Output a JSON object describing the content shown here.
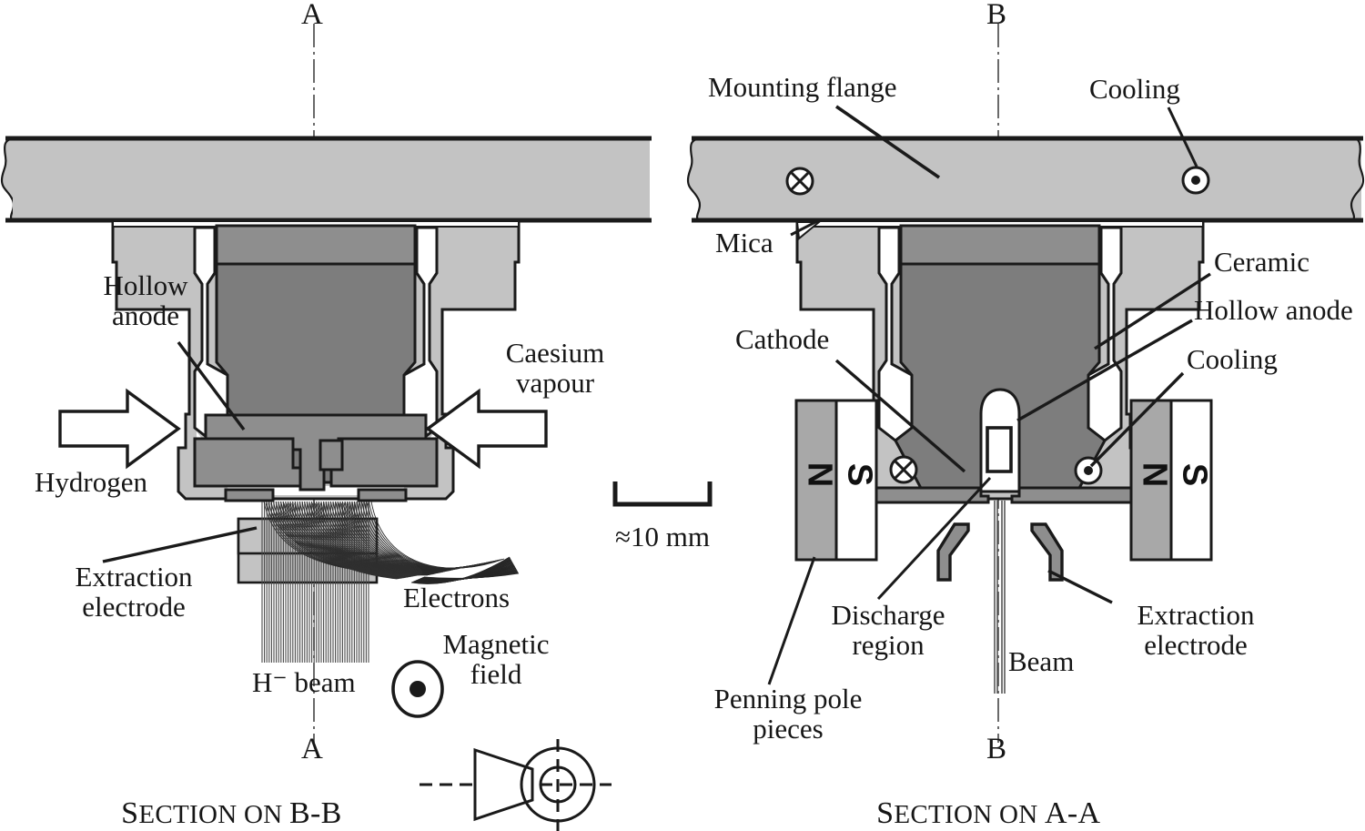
{
  "figure": {
    "type": "engineering-cross-section-diagram",
    "subject": "Penning H-minus ion source",
    "background": "#ffffff"
  },
  "colors": {
    "outline": "#1a1a1a",
    "flange_fill": "#c3c3c3",
    "body_light": "#c3c3c3",
    "body_mid": "#a8a8a8",
    "anode_dark": "#7d7d7d",
    "anode_mid": "#8e8e8e",
    "magnet_gray": "#a8a8a8",
    "white": "#ffffff",
    "electrode_gray": "#8e8e8e"
  },
  "left_view": {
    "name": "Section on B-B",
    "caption_small": "ECTION ON ",
    "caption_lead": "S",
    "caption_tail": "B-B",
    "axis_letter_top": "A",
    "axis_letter_bottom": "A",
    "labels": [
      {
        "id": "hollow-anode",
        "text": "Hollow\nanode"
      },
      {
        "id": "caesium-vapour",
        "text": "Caesium\nvapour"
      },
      {
        "id": "hydrogen",
        "text": "Hydrogen"
      },
      {
        "id": "extraction-electrode",
        "text": "Extraction\nelectrode"
      },
      {
        "id": "electrons",
        "text": "Electrons"
      },
      {
        "id": "magnetic-field",
        "text": "Magnetic\nfield"
      },
      {
        "id": "h-minus-beam",
        "text": "H⁻ beam"
      }
    ]
  },
  "right_view": {
    "name": "Section on A-A",
    "caption_lead": "S",
    "caption_small": "ECTION ON ",
    "caption_tail": "A-A",
    "axis_letter_top": "B",
    "axis_letter_bottom": "B",
    "labels": [
      {
        "id": "mounting-flange",
        "text": "Mounting flange"
      },
      {
        "id": "cooling-top",
        "text": "Cooling"
      },
      {
        "id": "mica",
        "text": "Mica"
      },
      {
        "id": "ceramic",
        "text": "Ceramic"
      },
      {
        "id": "hollow-anode",
        "text": "Hollow anode"
      },
      {
        "id": "cooling-lower",
        "text": "Cooling"
      },
      {
        "id": "cathode",
        "text": "Cathode"
      },
      {
        "id": "discharge-region",
        "text": "Discharge\nregion"
      },
      {
        "id": "beam",
        "text": "Beam"
      },
      {
        "id": "extraction-electrode",
        "text": "Extraction\nelectrode"
      },
      {
        "id": "penning-pole-pieces",
        "text": "Penning pole\npieces"
      }
    ],
    "magnets": {
      "left": {
        "north": "N",
        "south": "S"
      },
      "right": {
        "north": "N",
        "south": "S"
      }
    }
  },
  "scale_bar": {
    "text": "≈10 mm",
    "value": 10,
    "unit": "mm",
    "approximate": true
  },
  "projection_symbol": {
    "type": "first-angle-projection",
    "description": "truncated cone and concentric circles with centre lines"
  }
}
